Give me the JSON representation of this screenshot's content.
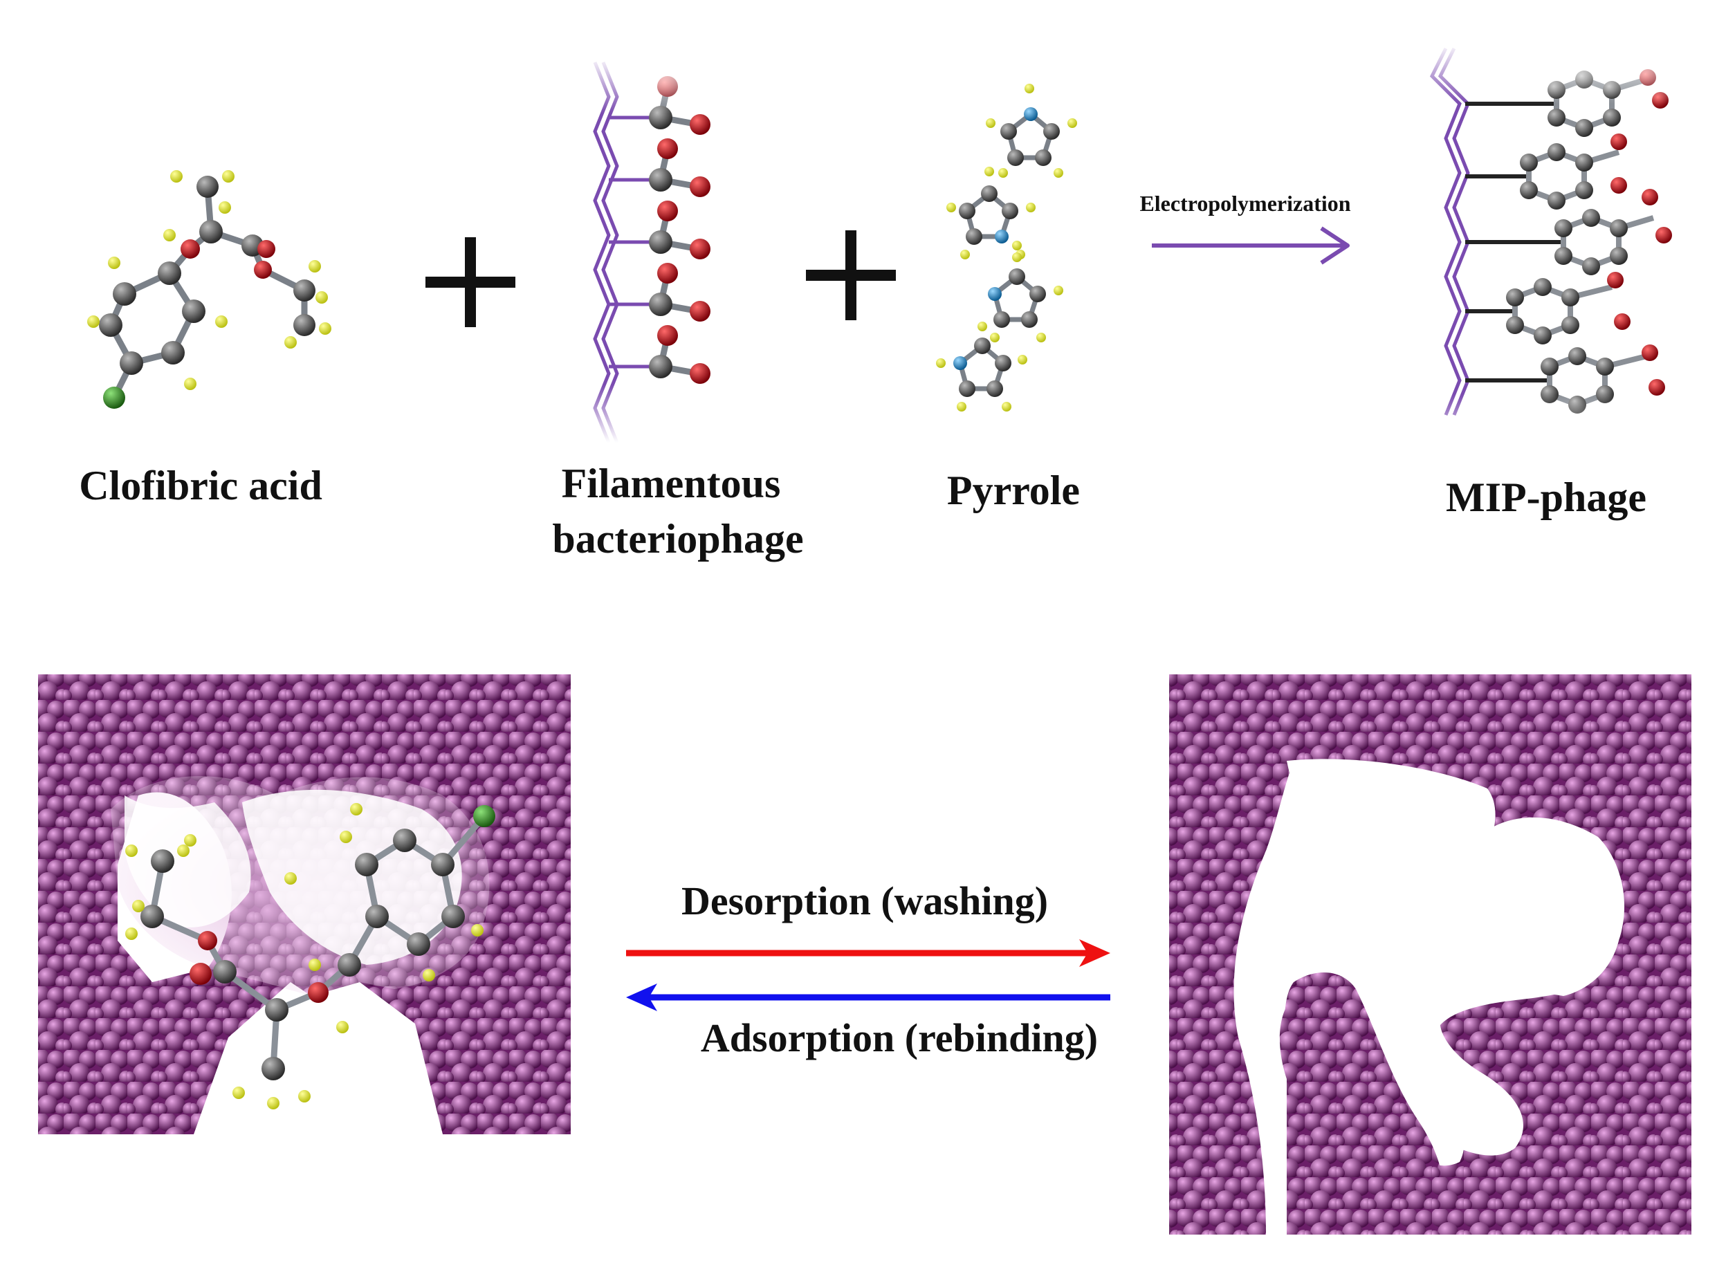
{
  "labels": {
    "clofibric_acid": "Clofibric acid",
    "phage_line1": "Filamentous",
    "phage_line2": "bacteriophage",
    "pyrrole": "Pyrrole",
    "electropolymerization": "Electropolymerization",
    "mip_phage": "MIP-phage",
    "desorption": "Desorption (washing)",
    "adsorption": "Adsorption (rebinding)"
  },
  "symbols": {
    "plus": "+"
  },
  "colors": {
    "carbon": "#555555",
    "hydrogen": "#e8ee3a",
    "oxygen": "#c0141c",
    "chlorine": "#2e8b1e",
    "nitrogen": "#2a8fd0",
    "backbone": "#7a4bb0",
    "polymer": "#8a2f86",
    "desorption_arrow": "#ee1111",
    "adsorption_arrow": "#1111ee",
    "electro_arrow": "#7a4bb0"
  }
}
